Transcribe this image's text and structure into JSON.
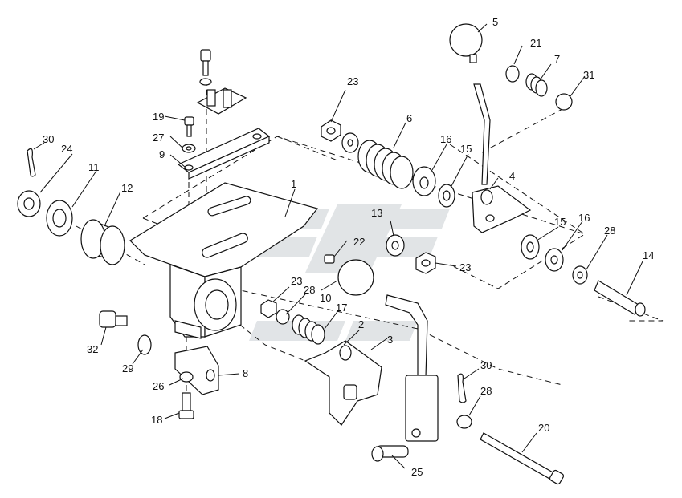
{
  "watermark": {
    "color": "#c9ced3",
    "name": "logo-watermark"
  },
  "callouts": {
    "c1": "1",
    "c2": "2",
    "c3": "3",
    "c4": "4",
    "c5": "5",
    "c6": "6",
    "c7": "7",
    "c8": "8",
    "c9": "9",
    "c10": "10",
    "c11": "11",
    "c12": "12",
    "c13": "13",
    "c14": "14",
    "c15a": "15",
    "c15b": "15",
    "c16a": "16",
    "c16b": "16",
    "c17": "17",
    "c18": "18",
    "c19": "19",
    "c20": "20",
    "c21": "21",
    "c22": "22",
    "c23a": "23",
    "c23b": "23",
    "c23c": "23",
    "c24": "24",
    "c25": "25",
    "c26": "26",
    "c27": "27",
    "c28a": "28",
    "c28b": "28",
    "c28c": "28",
    "c29": "29",
    "c30a": "30",
    "c30b": "30",
    "c31": "31",
    "c32": "32"
  }
}
